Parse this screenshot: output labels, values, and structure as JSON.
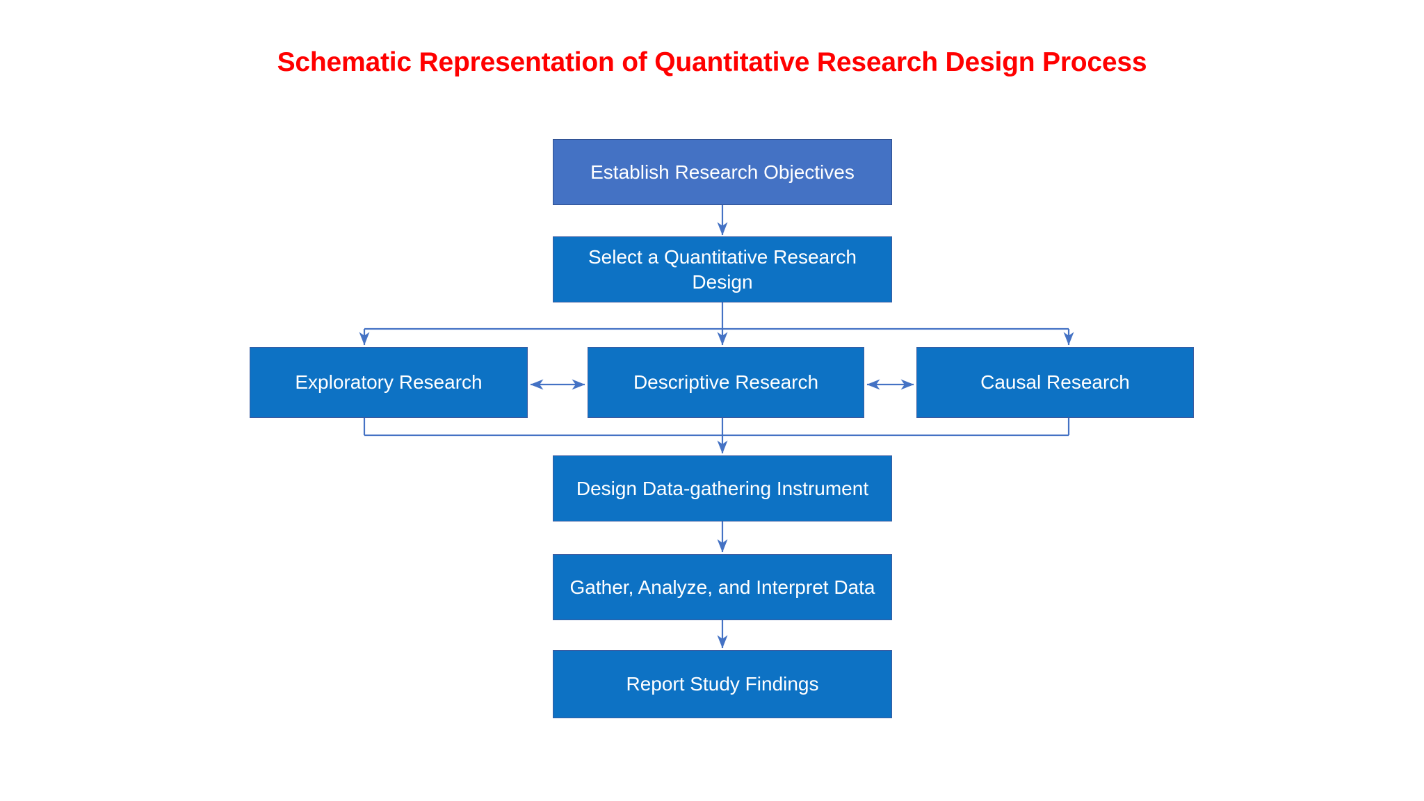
{
  "page": {
    "title": "Schematic Representation of Quantitative Research Design Process",
    "title_color": "#FF0000",
    "background_color": "#FFFFFF"
  },
  "palette": {
    "start_box_fill": "#4472C4",
    "box_fill": "#0D72C4",
    "box_border": "#3A5BA0",
    "box_text": "#FFFFFF",
    "connector": "#4472C4"
  },
  "flow": {
    "nodes": [
      {
        "id": "establish-research-objectives",
        "label": "Establish Research Objectives",
        "fill": "#4472C4"
      },
      {
        "id": "select-quantitative-research-design",
        "label": "Select a Quantitative Research Design",
        "fill": "#0D72C4"
      },
      {
        "id": "exploratory-research",
        "label": "Exploratory Research",
        "fill": "#0D72C4"
      },
      {
        "id": "descriptive-research",
        "label": "Descriptive Research",
        "fill": "#0D72C4"
      },
      {
        "id": "causal-research",
        "label": "Causal Research",
        "fill": "#0D72C4"
      },
      {
        "id": "design-data-gathering-instrument",
        "label": "Design Data-gathering Instrument",
        "fill": "#0D72C4"
      },
      {
        "id": "gather-analyze-interpret-data",
        "label": "Gather, Analyze, and Interpret Data",
        "fill": "#0D72C4"
      },
      {
        "id": "report-study-findings",
        "label": "Report Study Findings",
        "fill": "#0D72C4"
      }
    ],
    "connections": [
      {
        "from": "establish-research-objectives",
        "to": "select-quantitative-research-design",
        "type": "arrow-down"
      },
      {
        "from": "select-quantitative-research-design",
        "to": "exploratory-research",
        "type": "branch-arrow-down"
      },
      {
        "from": "select-quantitative-research-design",
        "to": "descriptive-research",
        "type": "branch-arrow-down"
      },
      {
        "from": "select-quantitative-research-design",
        "to": "causal-research",
        "type": "branch-arrow-down"
      },
      {
        "from": "exploratory-research",
        "to": "descriptive-research",
        "type": "double-arrow-horizontal"
      },
      {
        "from": "descriptive-research",
        "to": "causal-research",
        "type": "double-arrow-horizontal"
      },
      {
        "from": "exploratory-research",
        "to": "design-data-gathering-instrument",
        "type": "merge-arrow-down"
      },
      {
        "from": "descriptive-research",
        "to": "design-data-gathering-instrument",
        "type": "merge-arrow-down"
      },
      {
        "from": "causal-research",
        "to": "design-data-gathering-instrument",
        "type": "merge-arrow-down"
      },
      {
        "from": "design-data-gathering-instrument",
        "to": "gather-analyze-interpret-data",
        "type": "arrow-down"
      },
      {
        "from": "gather-analyze-interpret-data",
        "to": "report-study-findings",
        "type": "arrow-down"
      }
    ]
  }
}
